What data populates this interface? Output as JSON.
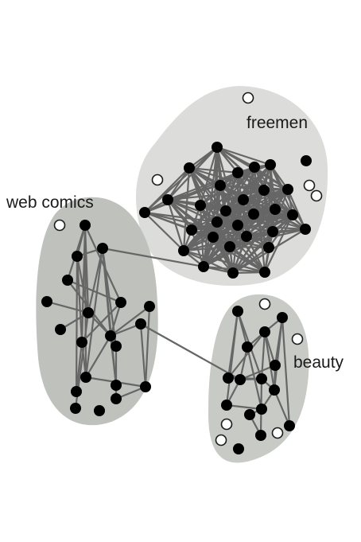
{
  "clusters": [
    {
      "id": "freemen",
      "label": "freemen",
      "fill": "#dcdcda"
    },
    {
      "id": "web-comics",
      "label": "web comics",
      "fill": "#bfc1bd"
    },
    {
      "id": "beauty",
      "label": "beauty",
      "fill": "#c8cac6"
    }
  ],
  "colors": {
    "edge": "#666666",
    "node_filled": "#000000",
    "node_open_fill": "#ffffff",
    "node_open_stroke": "#1a1a1a"
  },
  "node_styles": [
    "filled",
    "open"
  ]
}
